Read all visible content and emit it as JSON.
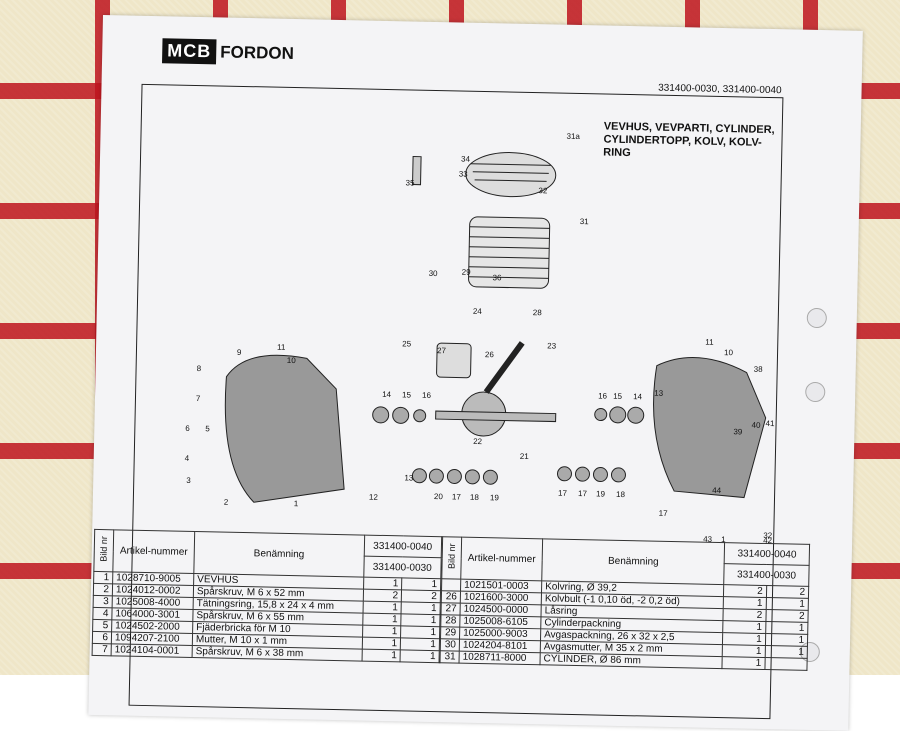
{
  "header": {
    "logo": "MCB",
    "brand": "FORDON",
    "part_numbers": "331400-0030, 331400-0040"
  },
  "title_lines": [
    "VEVHUS, VEVPARTI, CYLINDER,",
    "CYLINDERTOPP, KOLV, KOLV-",
    "RING"
  ],
  "diagram_labels": [
    "31a",
    "35",
    "34",
    "33",
    "32",
    "31",
    "30",
    "29",
    "36",
    "24",
    "28",
    "25",
    "27",
    "26",
    "23",
    "9",
    "11",
    "10",
    "8",
    "7",
    "6",
    "5",
    "14",
    "15",
    "16",
    "22",
    "21",
    "16",
    "15",
    "14",
    "13",
    "11",
    "10",
    "38",
    "39",
    "40",
    "41",
    "4",
    "3",
    "2",
    "1",
    "12",
    "13",
    "20",
    "17",
    "18",
    "19",
    "17",
    "17",
    "19",
    "18",
    "17",
    "44",
    "1",
    "43",
    "42",
    "32"
  ],
  "table_headers": {
    "bild_nr": "Bild nr",
    "artikel": "Artikel-nummer",
    "benamning": "Benämning",
    "col40": "331400-0040",
    "col30": "331400-0030"
  },
  "left_rows": [
    {
      "nr": "1",
      "art": "1028710-9005",
      "name": "VEVHUS",
      "a": "1",
      "b": "1"
    },
    {
      "nr": "2",
      "art": "1024012-0002",
      "name": "Spårskruv, M 6 x 52 mm",
      "a": "2",
      "b": "2"
    },
    {
      "nr": "3",
      "art": "1025008-4000",
      "name": "Tätningsring, 15,8 x 24 x 4 mm",
      "a": "1",
      "b": "1"
    },
    {
      "nr": "4",
      "art": "1064000-3001",
      "name": "Spårskruv, M 6 x 55 mm",
      "a": "1",
      "b": "1"
    },
    {
      "nr": "5",
      "art": "1024502-2000",
      "name": "Fjäderbricka för M 10",
      "a": "1",
      "b": "1"
    },
    {
      "nr": "6",
      "art": "1094207-2100",
      "name": "Mutter, M 10 x 1 mm",
      "a": "1",
      "b": "1"
    },
    {
      "nr": "7",
      "art": "1024104-0001",
      "name": "Spårskruv, M 6 x 38 mm",
      "a": "1",
      "b": "1"
    }
  ],
  "right_rows": [
    {
      "nr": "",
      "art": "1021501-0003",
      "name": "Kolvring, Ø 39,2",
      "a": "2",
      "b": "2"
    },
    {
      "nr": "26",
      "art": "1021600-3000",
      "name": "Kolvbult (-1 0,10 öd, -2 0,2 öd)",
      "a": "1",
      "b": "1"
    },
    {
      "nr": "27",
      "art": "1024500-0000",
      "name": "Låsring",
      "a": "2",
      "b": "2"
    },
    {
      "nr": "28",
      "art": "1025008-6105",
      "name": "Cylinderpackning",
      "a": "1",
      "b": "1"
    },
    {
      "nr": "29",
      "art": "1025000-9003",
      "name": "Avgaspackning, 26 x 32 x 2,5",
      "a": "1",
      "b": "1"
    },
    {
      "nr": "30",
      "art": "1024204-8101",
      "name": "Avgasmutter, M 35 x 2 mm",
      "a": "1",
      "b": "1"
    },
    {
      "nr": "31",
      "art": "1028711-8000",
      "name": "CYLINDER, Ø 86 mm",
      "a": "1",
      "b": ""
    }
  ]
}
